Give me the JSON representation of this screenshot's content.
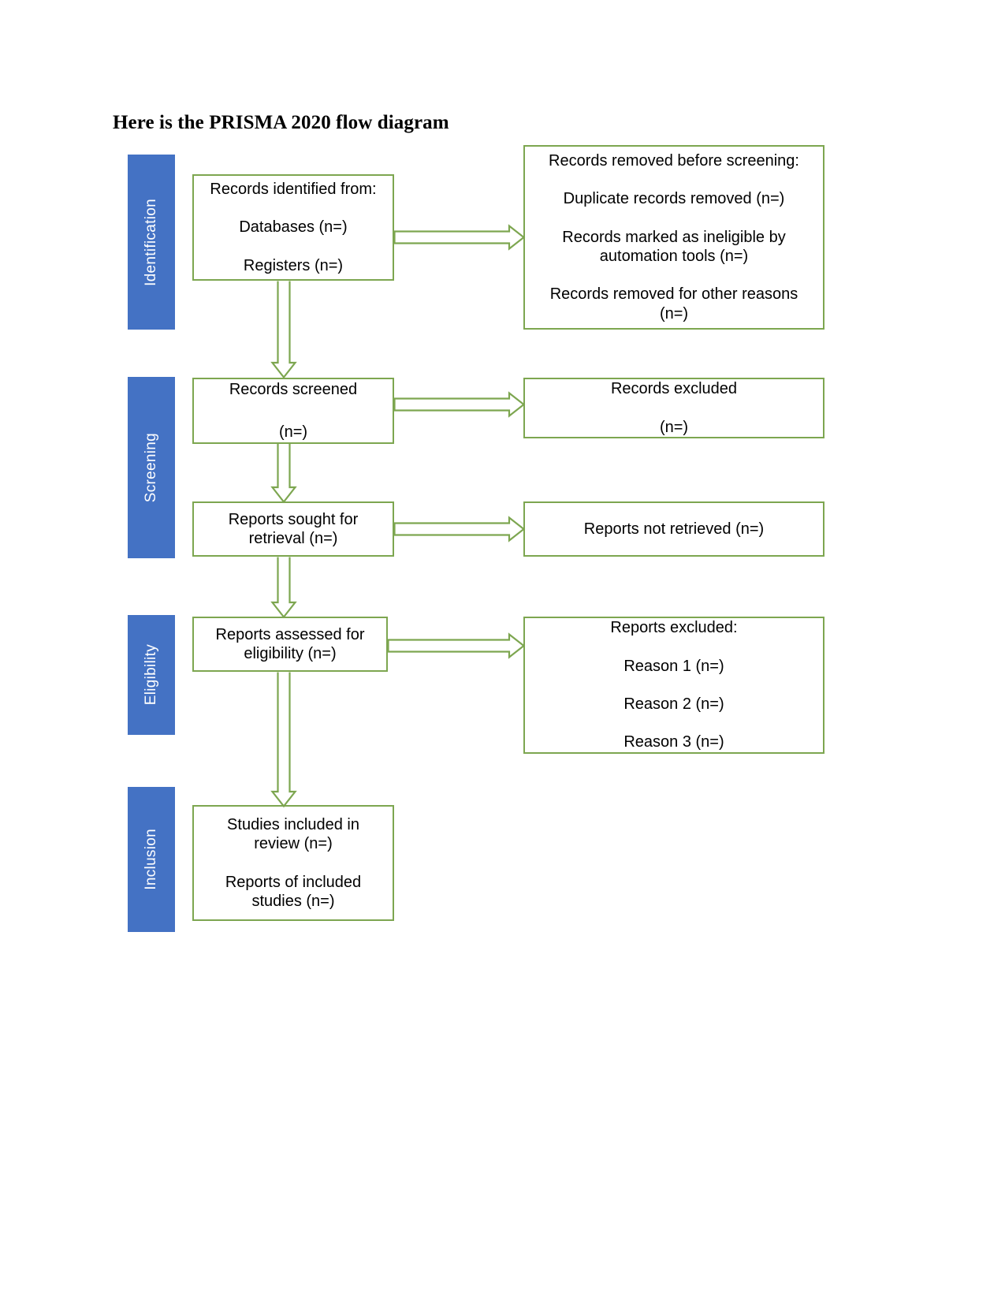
{
  "title": "Here is the PRISMA 2020 flow diagram",
  "colors": {
    "stage_bar_blue": "#4472C4",
    "box_border_green": "#7DA650",
    "arrow_green": "#7DA650",
    "text_black": "#000000",
    "page_background": "#FFFFFF"
  },
  "stages": [
    {
      "id": "identification",
      "label": "Identification"
    },
    {
      "id": "screening",
      "label": "Screening"
    },
    {
      "id": "eligibility",
      "label": "Eligibility"
    },
    {
      "id": "inclusion",
      "label": "Inclusion"
    }
  ],
  "boxes": {
    "records_identified": {
      "lines": [
        "Records identified from:",
        "Databases (n=)",
        "Registers (n=)"
      ]
    },
    "records_removed": {
      "lines": [
        "Records removed before screening:",
        "Duplicate records removed (n=)",
        "Records marked as ineligible by",
        "automation tools (n=)",
        "Records removed for other reasons",
        "(n=)"
      ]
    },
    "records_screened": {
      "lines": [
        "Records screened",
        "(n=)"
      ]
    },
    "records_excluded": {
      "lines": [
        "Records excluded",
        "(n=)"
      ]
    },
    "reports_sought": {
      "lines": [
        "Reports sought for",
        "retrieval (n=)"
      ]
    },
    "reports_not_retrieved": {
      "lines": [
        "Reports not retrieved (n=)"
      ]
    },
    "reports_assessed": {
      "lines": [
        "Reports assessed for",
        "eligibility (n=)"
      ]
    },
    "reports_excluded": {
      "lines": [
        "Reports excluded:",
        "Reason 1 (n=)",
        "Reason 2 (n=)",
        "Reason 3 (n=)"
      ]
    },
    "studies_included": {
      "lines": [
        "Studies included in",
        "review (n=)",
        "Reports of included",
        "studies (n=)"
      ]
    }
  },
  "arrows": [
    {
      "id": "identified-to-removed",
      "direction": "right"
    },
    {
      "id": "identified-to-screened",
      "direction": "down"
    },
    {
      "id": "screened-to-excluded",
      "direction": "right"
    },
    {
      "id": "screened-to-sought",
      "direction": "down"
    },
    {
      "id": "sought-to-not-retrieved",
      "direction": "right"
    },
    {
      "id": "sought-to-assessed",
      "direction": "down"
    },
    {
      "id": "assessed-to-excluded",
      "direction": "right"
    },
    {
      "id": "assessed-to-included",
      "direction": "down"
    }
  ]
}
